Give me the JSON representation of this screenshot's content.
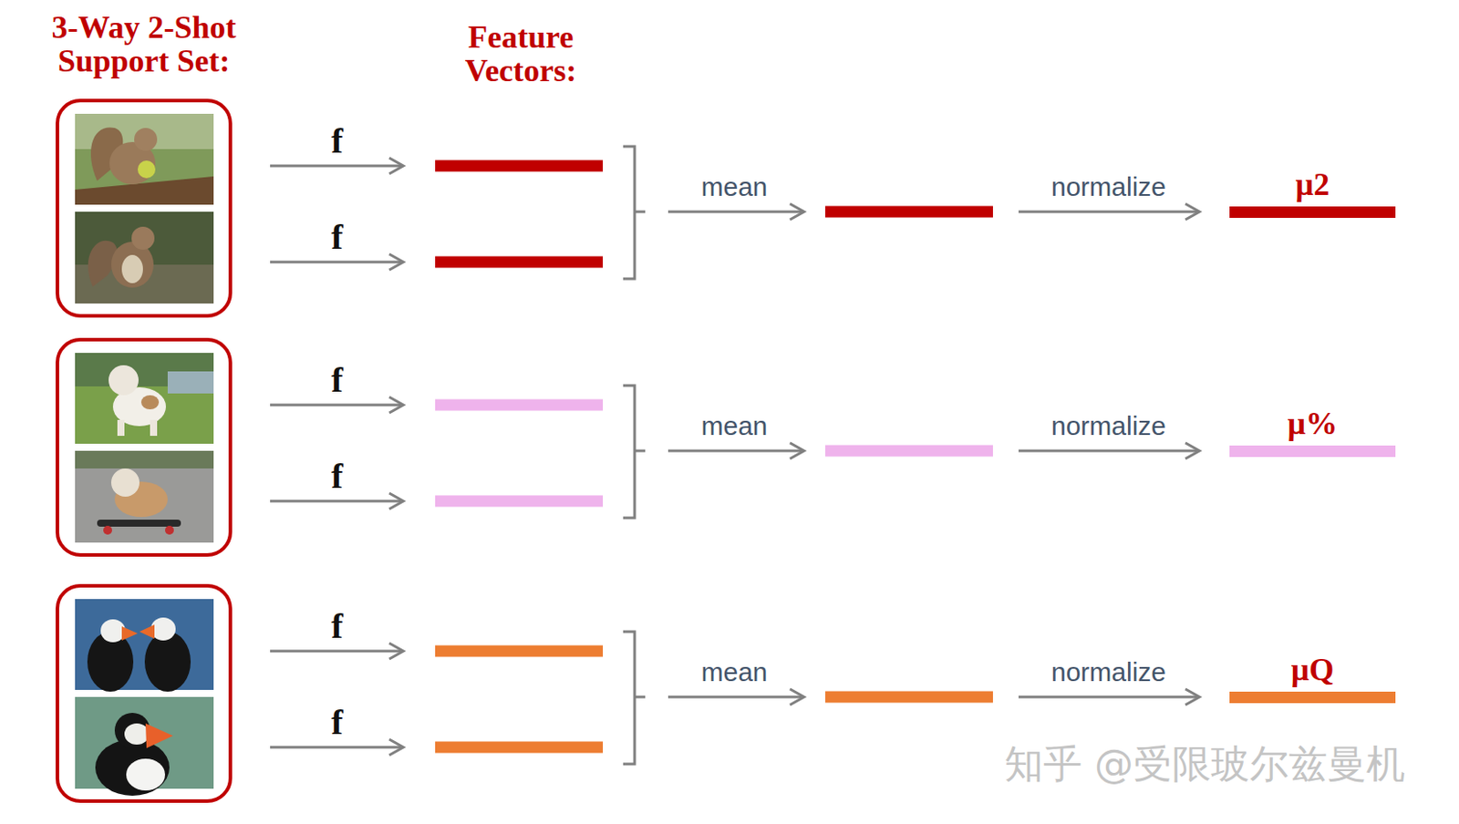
{
  "diagram": {
    "nodes": [
      {
        "text": [
          "μ2"
        ]
      },
      {
        "text": [
          "μ%"
        ]
      },
      {
        "text": [
          "μQ"
        ]
      }
    ],
    "labels": [
      "3-Way 2-Shot Support Set:",
      "Feature Vectors:",
      "f",
      "f",
      "mean",
      "normalize",
      "f",
      "f",
      "mean",
      "normalize",
      "f",
      "f",
      "mean",
      "normalize",
      "知乎 @受限玻尔兹曼机"
    ]
  }
}
